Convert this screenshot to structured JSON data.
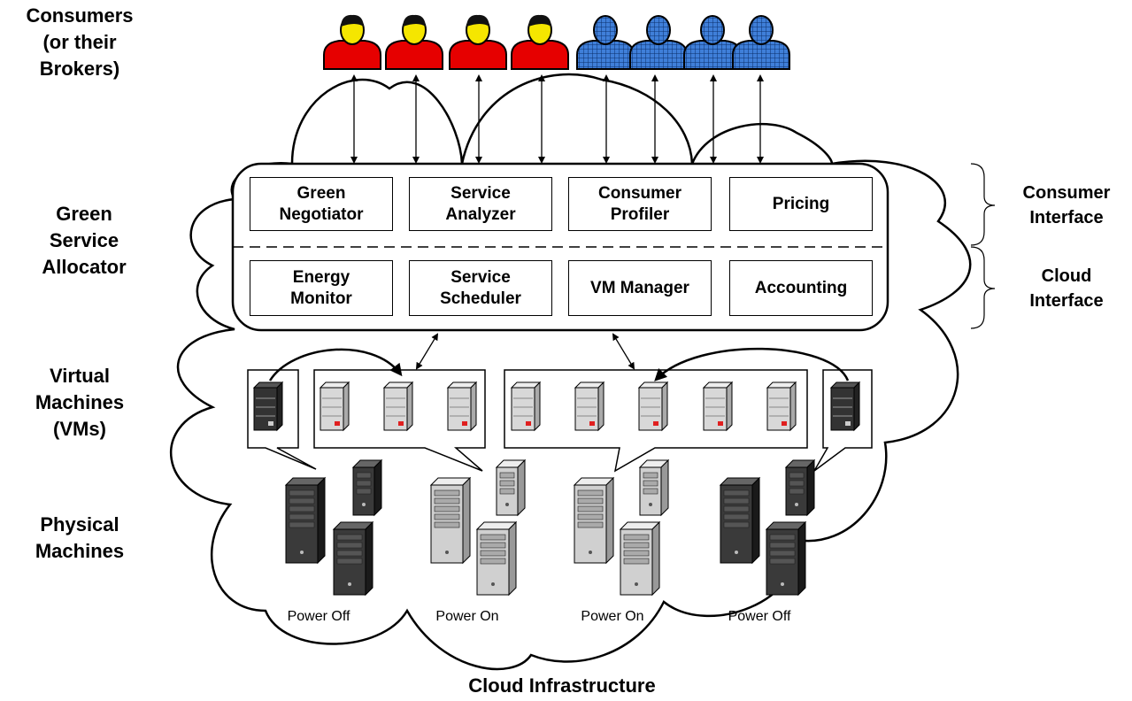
{
  "labels": {
    "consumers": "Consumers\n(or their\nBrokers)",
    "green_service_allocator": "Green\nService\nAllocator",
    "virtual_machines": "Virtual\nMachines\n(VMs)",
    "physical_machines": "Physical\nMachines",
    "consumer_interface": "Consumer\nInterface",
    "cloud_interface": "Cloud\nInterface",
    "cloud_infrastructure": "Cloud Infrastructure"
  },
  "consumer_interface_modules": [
    "Green\nNegotiator",
    "Service\nAnalyzer",
    "Consumer\nProfiler",
    "Pricing"
  ],
  "cloud_interface_modules": [
    "Energy\nMonitor",
    "Service\nScheduler",
    "VM Manager",
    "Accounting"
  ],
  "power_states": [
    "Power Off",
    "Power On",
    "Power On",
    "Power Off"
  ],
  "consumer_icons": [
    {
      "kind": "red",
      "color": "#e60000"
    },
    {
      "kind": "red",
      "color": "#e60000"
    },
    {
      "kind": "red",
      "color": "#e60000"
    },
    {
      "kind": "red",
      "color": "#e60000"
    },
    {
      "kind": "blue",
      "color": "#3f7fd9"
    },
    {
      "kind": "blue",
      "color": "#3f7fd9"
    },
    {
      "kind": "blue",
      "color": "#3f7fd9"
    },
    {
      "kind": "blue",
      "color": "#3f7fd9"
    }
  ],
  "colors": {
    "head": "#f5e600",
    "vm_grey": "#d8d8d8",
    "vm_dark": "#333333",
    "led": "#e02020"
  }
}
